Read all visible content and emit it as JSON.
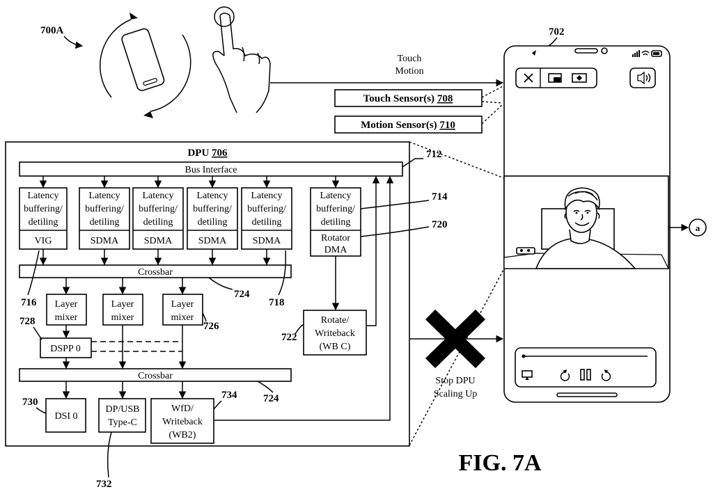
{
  "figure_label": "FIG. 7A",
  "refs": {
    "r700a": "700A",
    "r702": "702",
    "r712": "712",
    "r714": "714",
    "r716": "716",
    "r718": "718",
    "r720": "720",
    "r722": "722",
    "r724a": "724",
    "r724b": "724",
    "r726": "726",
    "r728": "728",
    "r730": "730",
    "r732": "732",
    "r734": "734"
  },
  "touch_motion": {
    "line1": "Touch",
    "line2": "Motion"
  },
  "sensors": {
    "touch": {
      "label": "Touch Sensor(s) ",
      "ref": "708"
    },
    "motion": {
      "label": "Motion Sensor(s) ",
      "ref": "710"
    }
  },
  "dpu": {
    "title": "DPU ",
    "ref": "706"
  },
  "bus_interface": "Bus Interface",
  "latency_blocks": [
    {
      "lines": [
        "Latency",
        "buffering/",
        "detiling"
      ],
      "unit": "VIG"
    },
    {
      "lines": [
        "Latency",
        "buffering/",
        "detiling"
      ],
      "unit": "SDMA"
    },
    {
      "lines": [
        "Latency",
        "buffering/",
        "detiling"
      ],
      "unit": "SDMA"
    },
    {
      "lines": [
        "Latency",
        "buffering/",
        "detiling"
      ],
      "unit": "SDMA"
    },
    {
      "lines": [
        "Latency",
        "buffering/",
        "detiling"
      ],
      "unit": "SDMA"
    }
  ],
  "rotator_block": {
    "lines": [
      "Latency",
      "buffering/",
      "detiling"
    ],
    "unit": [
      "Rotator",
      "DMA"
    ]
  },
  "crossbar_top": "Crossbar",
  "crossbar_bottom": "Crossbar",
  "layer_mixers": [
    [
      "Layer",
      "mixer"
    ],
    [
      "Layer",
      "mixer"
    ],
    [
      "Layer",
      "mixer"
    ]
  ],
  "dspp": "DSPP 0",
  "rotate_writeback": [
    "Rotate/",
    "Writeback",
    "(WB C)"
  ],
  "outputs": {
    "dsi": "DSI 0",
    "dp": [
      "DP/USB",
      "Type-C"
    ],
    "wfd": [
      "WfD/",
      "Writeback",
      "(WB2)"
    ]
  },
  "stop_label": [
    "Stop DPU",
    "Scaling Up"
  ],
  "connector": "a",
  "icons": [
    "rotate-arrows-icon",
    "phone-icon",
    "touch-hand-icon",
    "close-icon",
    "pip-icon",
    "screen-mirror-icon",
    "speaker-icon",
    "cross-x-icon",
    "airplay-icon",
    "rewind-icon",
    "pause-icon",
    "forward-icon"
  ]
}
